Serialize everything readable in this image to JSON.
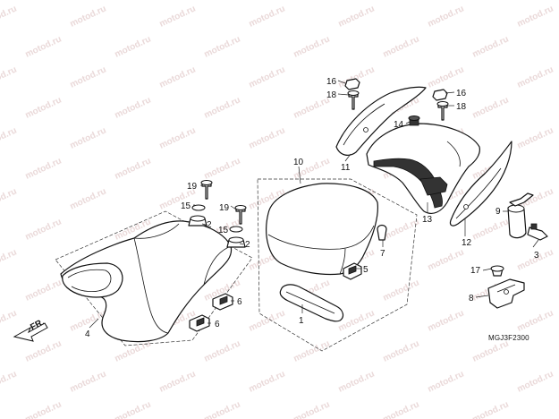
{
  "watermark": "motod.ru",
  "direction": "FR.",
  "diagram_code": "MGJ3F2300",
  "callouts": {
    "c1": "1",
    "c2a": "2",
    "c2b": "2",
    "c3": "3",
    "c4": "4",
    "c5": "5",
    "c6a": "6",
    "c6b": "6",
    "c7": "7",
    "c8": "8",
    "c9": "9",
    "c10": "10",
    "c11": "11",
    "c12": "12",
    "c13": "13",
    "c14": "14",
    "c15a": "15",
    "c15b": "15",
    "c16a": "16",
    "c16b": "16",
    "c17": "17",
    "c18a": "18",
    "c18b": "18",
    "c19a": "19",
    "c19b": "19"
  }
}
